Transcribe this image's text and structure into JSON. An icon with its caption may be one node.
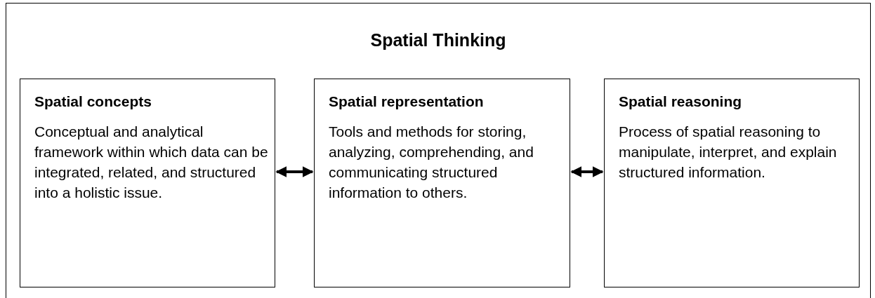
{
  "diagram": {
    "nodes": [
      {
        "text": [
          "Spatial Thinking"
        ]
      },
      {
        "text": [
          "Spatial concepts",
          "Conceptual and analytical framework within which data can be integrated, related, and structured into a holistic issue."
        ],
        "in": 0
      },
      {
        "text": [
          "Spatial representation",
          "Tools and methods for storing, analyzing, comprehending, and communicating structured information to others."
        ],
        "in": 0
      },
      {
        "text": [
          "Spatial reasoning",
          "Process of spatial reasoning to manipulate, interpret, and explain structured information."
        ],
        "in": 0
      }
    ],
    "edges": [
      {
        "from": 1,
        "to": 2,
        "arrow": "both"
      },
      {
        "from": 2,
        "to": 3,
        "arrow": "both"
      }
    ]
  }
}
